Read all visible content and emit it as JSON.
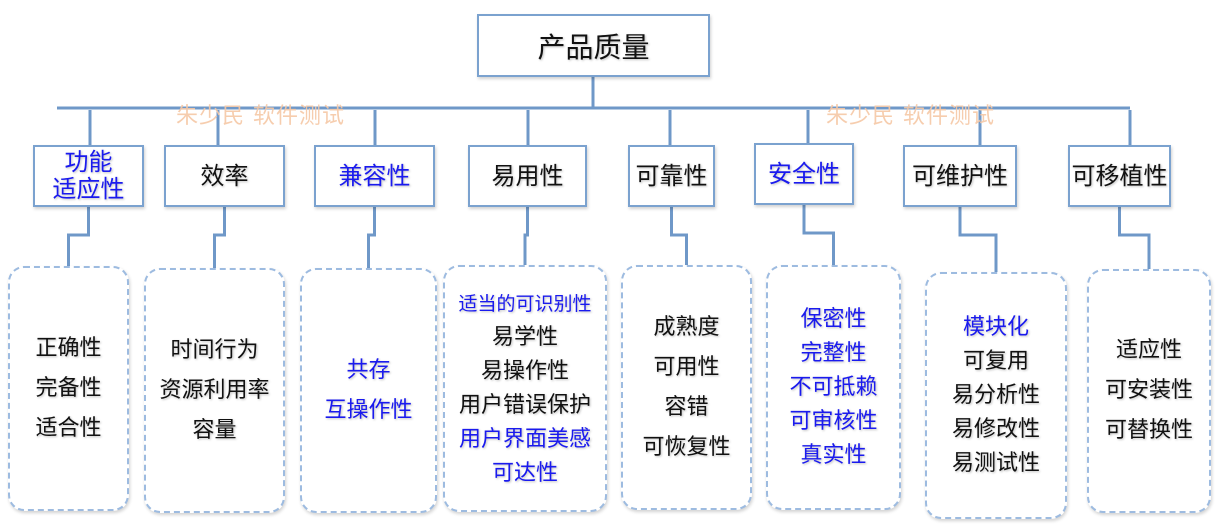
{
  "root": {
    "label": "产品质量"
  },
  "watermark": "朱少民 软件测试",
  "colors": {
    "line": "#6f98c8",
    "highlight_text": "#1a1aee",
    "normal_text": "#111111",
    "watermark": "#f6c8a6"
  },
  "categories": [
    {
      "label": "功能\n适应性",
      "highlight": true,
      "items": [
        {
          "text": "正确性",
          "highlight": false
        },
        {
          "text": "完备性",
          "highlight": false
        },
        {
          "text": "适合性",
          "highlight": false
        }
      ]
    },
    {
      "label": "效率",
      "highlight": false,
      "items": [
        {
          "text": "时间行为",
          "highlight": false
        },
        {
          "text": "资源利用率",
          "highlight": false
        },
        {
          "text": "容量",
          "highlight": false
        }
      ]
    },
    {
      "label": "兼容性",
      "highlight": true,
      "items": [
        {
          "text": "共存",
          "highlight": true
        },
        {
          "text": "互操作性",
          "highlight": true
        }
      ]
    },
    {
      "label": "易用性",
      "highlight": false,
      "items": [
        {
          "text": "适当的可识别性",
          "highlight": true
        },
        {
          "text": "易学性",
          "highlight": false
        },
        {
          "text": "易操作性",
          "highlight": false
        },
        {
          "text": "用户错误保护",
          "highlight": false
        },
        {
          "text": "用户界面美感",
          "highlight": true
        },
        {
          "text": "可达性",
          "highlight": true
        }
      ]
    },
    {
      "label": "可靠性",
      "highlight": false,
      "items": [
        {
          "text": "成熟度",
          "highlight": false
        },
        {
          "text": "可用性",
          "highlight": false
        },
        {
          "text": "容错",
          "highlight": false
        },
        {
          "text": "可恢复性",
          "highlight": false
        }
      ]
    },
    {
      "label": "安全性",
      "highlight": true,
      "items": [
        {
          "text": "保密性",
          "highlight": true
        },
        {
          "text": "完整性",
          "highlight": true
        },
        {
          "text": "不可抵赖",
          "highlight": true
        },
        {
          "text": "可审核性",
          "highlight": true
        },
        {
          "text": "真实性",
          "highlight": true
        }
      ]
    },
    {
      "label": "可维护性",
      "highlight": false,
      "items": [
        {
          "text": "模块化",
          "highlight": true
        },
        {
          "text": "可复用",
          "highlight": false
        },
        {
          "text": "易分析性",
          "highlight": false
        },
        {
          "text": "易修改性",
          "highlight": false
        },
        {
          "text": "易测试性",
          "highlight": false
        }
      ]
    },
    {
      "label": "可移植性",
      "highlight": false,
      "items": [
        {
          "text": "适应性",
          "highlight": false
        },
        {
          "text": "可安装性",
          "highlight": false
        },
        {
          "text": "可替换性",
          "highlight": false
        }
      ]
    }
  ]
}
